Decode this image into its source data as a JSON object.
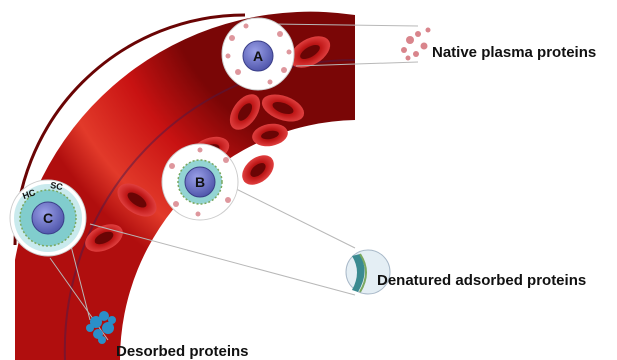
{
  "labels": {
    "native": "Native plasma proteins",
    "denatured": "Denatured adsorbed proteins",
    "desorbed": "Desorbed proteins"
  },
  "particles": {
    "a": "A",
    "b": "B",
    "c": "C",
    "hc": "HC",
    "sc": "SC"
  },
  "colors": {
    "vessel": "#c81212",
    "vessel_dark": "#8e0a0a",
    "rbc": "#b01010",
    "core": "#6a6fc0",
    "protein_pink": "#d9858c",
    "protein_cyan": "#44b8c8",
    "desorbed_blue": "#2a8fc8"
  }
}
